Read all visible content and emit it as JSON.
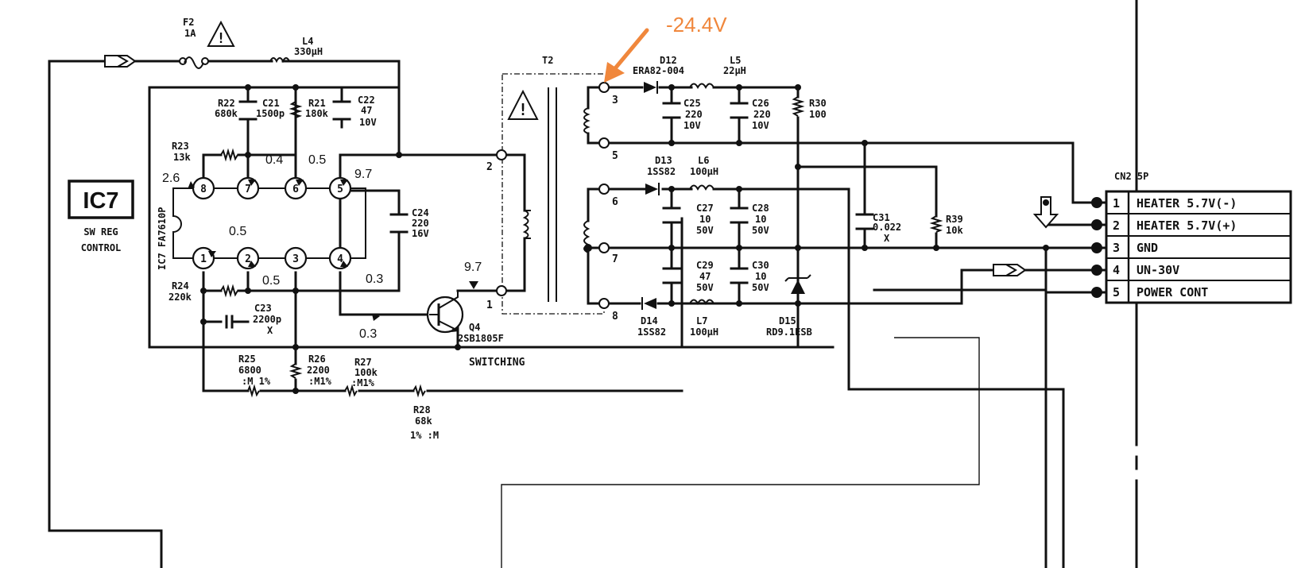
{
  "annotation": {
    "voltage": "-24.4V",
    "color": "#F0873C"
  },
  "ic": {
    "name": "IC7",
    "function_line1": "SW REG",
    "function_line2": "CONTROL",
    "part": "IC7 FA7610P",
    "pins": [
      "1",
      "2",
      "3",
      "4",
      "5",
      "6",
      "7",
      "8"
    ],
    "voltages": {
      "p8": "2.6",
      "p7": "0.4",
      "p6": "0.5",
      "p5": "9.7",
      "p1": "0.5",
      "p2": "0.5",
      "p4": "0.3",
      "base": "0.3",
      "collector": "9.7"
    }
  },
  "components": {
    "f2": "F2",
    "f2v": "1A",
    "l4": "L4",
    "l4v": "330µH",
    "r22": "R22",
    "r22v": "680k",
    "c21": "C21",
    "c21v": "1500p",
    "r21": "R21",
    "r21v": "180k",
    "c22": "C22",
    "c22v1": "47",
    "c22v2": "10V",
    "r23": "R23",
    "r23v": "13k",
    "c24": "C24",
    "c24v1": "220",
    "c24v2": "16V",
    "r24": "R24",
    "r24v": "220k",
    "c23": "C23",
    "c23v1": "2200p",
    "c23v2": "X",
    "r25": "R25",
    "r25v1": "6800",
    "r25v2": ":M 1%",
    "r26": "R26",
    "r26v1": "2200",
    "r26v2": ":M1%",
    "r27": "R27",
    "r27v1": "100k",
    "r27v2": ":M1%",
    "r28": "R28",
    "r28v1": "68k",
    "r28v2": "1% :M",
    "q4": "Q4",
    "q4v": "2SB1805F",
    "q4f": "SWITCHING",
    "t2": "T2",
    "d12": "D12",
    "d12v": "ERA82-004",
    "l5": "L5",
    "l5v": "22µH",
    "c25": "C25",
    "c25v1": "220",
    "c25v2": "10V",
    "c26": "C26",
    "c26v1": "220",
    "c26v2": "10V",
    "r30": "R30",
    "r30v": "100",
    "d13": "D13",
    "d13v": "1SS82",
    "l6": "L6",
    "l6v": "100µH",
    "c27": "C27",
    "c27v1": "10",
    "c27v2": "50V",
    "c28": "C28",
    "c28v1": "10",
    "c28v2": "50V",
    "c31": "C31",
    "c31v1": "0.022",
    "c31v2": "X",
    "r39": "R39",
    "r39v": "10k",
    "c29": "C29",
    "c29v1": "47",
    "c29v2": "50V",
    "c30": "C30",
    "c30v1": "10",
    "c30v2": "50V",
    "d14": "D14",
    "d14v": "1SS82",
    "l7": "L7",
    "l7v": "100µH",
    "d15": "D15",
    "d15v": "RD9.1ESB"
  },
  "transformer_pins": [
    "2",
    "1",
    "3",
    "5",
    "6",
    "7",
    "8"
  ],
  "connector": {
    "name": "CN2 5P",
    "pins": [
      {
        "num": "1",
        "label": "HEATER 5.7V(-)"
      },
      {
        "num": "2",
        "label": "HEATER 5.7V(+)"
      },
      {
        "num": "3",
        "label": "GND"
      },
      {
        "num": "4",
        "label": "UN-30V"
      },
      {
        "num": "5",
        "label": "POWER CONT"
      }
    ]
  }
}
